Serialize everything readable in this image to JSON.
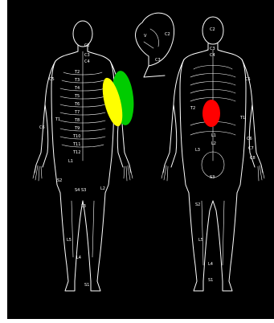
{
  "front": {
    "labels": {
      "c2": "C2",
      "c3": "C3",
      "c4": "C4",
      "c5": "C5",
      "c6": "C6",
      "t1": "T1",
      "t2": "T2",
      "t3": "T3",
      "t4": "T4",
      "t5": "T5",
      "t6": "T6",
      "t7": "T7",
      "t8": "T8",
      "t9": "T9",
      "t10": "T10",
      "t11": "T11",
      "t12": "T12",
      "l1": "L1",
      "l2": "L2",
      "l3": "L3",
      "l4": "L4",
      "l5": "L5",
      "s1": "S1",
      "s2": "S2",
      "s345": "S4 S3"
    }
  },
  "head_side": {
    "labels": {
      "c2": "C2",
      "c3": "C3",
      "v": "V"
    }
  },
  "back": {
    "labels": {
      "c2": "C2",
      "c3": "C3",
      "c4": "C4",
      "c5": "C5",
      "c6": "C6",
      "c7": "C7",
      "c8": "C8",
      "t1": "T1",
      "t2": "T2",
      "l1": "L1",
      "l2": "L2",
      "l3": "L3",
      "l4": "L4",
      "l5": "L5",
      "s1": "S1",
      "s2": "S2",
      "s3": "S3"
    }
  },
  "markers": [
    {
      "id": "yellow",
      "color": "#ffff00"
    },
    {
      "id": "green",
      "color": "#00cc00"
    },
    {
      "id": "red",
      "color": "#ff0000"
    }
  ]
}
